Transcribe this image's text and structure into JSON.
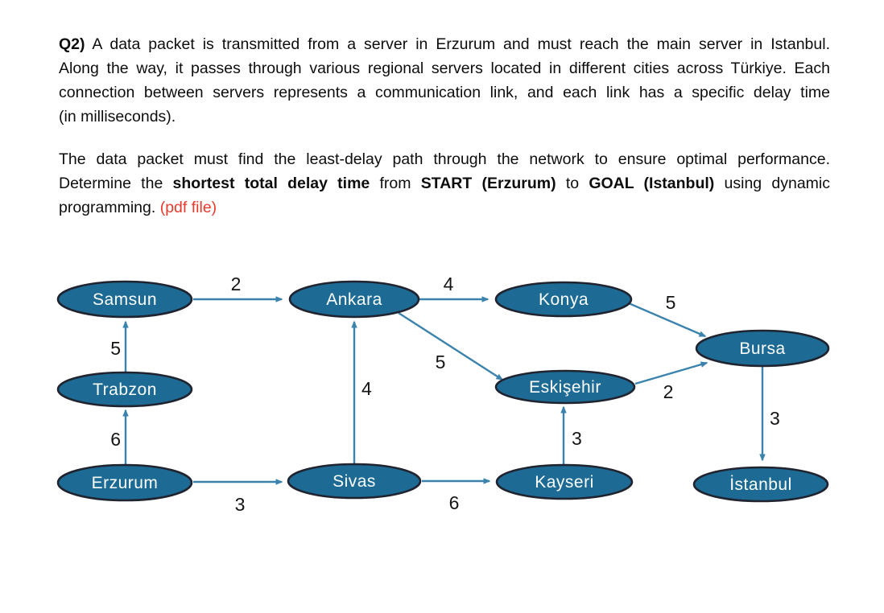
{
  "question": {
    "paragraph1": {
      "line1": {
        "seg1": "Q2)",
        "seg2": " A data packet is transmitted from a server in Erzurum and must reach the main server in Istanbul."
      },
      "line2": "Along the way, it passes through various regional servers located in different cities across Türkiye. Each",
      "line3": "connection between servers represents a communication link, and each link has a specific delay time",
      "line4": "(in milliseconds)."
    },
    "paragraph2": {
      "line1": "The data packet must find the least-delay path through the network to ensure optimal performance.",
      "line2": {
        "seg1": "Determine the ",
        "seg2": "shortest total delay time",
        "seg3": " from ",
        "seg4": "START (Erzurum)",
        "seg5": " to ",
        "seg6": "GOAL (Istanbul)",
        "seg7": " using dynamic"
      },
      "line3": {
        "seg1": "programming. ",
        "seg2": "(pdf file)"
      }
    }
  },
  "graph": {
    "start_node": "Erzurum",
    "goal_node": "İstanbul",
    "nodes": [
      {
        "id": "samsun",
        "label": "Samsun"
      },
      {
        "id": "ankara",
        "label": "Ankara"
      },
      {
        "id": "konya",
        "label": "Konya"
      },
      {
        "id": "bursa",
        "label": "Bursa"
      },
      {
        "id": "trabzon",
        "label": "Trabzon"
      },
      {
        "id": "eskisehir",
        "label": "Eskişehir"
      },
      {
        "id": "erzurum",
        "label": "Erzurum"
      },
      {
        "id": "sivas",
        "label": "Sivas"
      },
      {
        "id": "kayseri",
        "label": "Kayseri"
      },
      {
        "id": "istanbul",
        "label": "İstanbul"
      }
    ],
    "edges": [
      {
        "from": "Samsun",
        "to": "Ankara",
        "weight": "2"
      },
      {
        "from": "Ankara",
        "to": "Konya",
        "weight": "4"
      },
      {
        "from": "Konya",
        "to": "Bursa",
        "weight": "5"
      },
      {
        "from": "Trabzon",
        "to": "Samsun",
        "weight": "5"
      },
      {
        "from": "Ankara",
        "to": "Eskişehir",
        "weight": "5"
      },
      {
        "from": "Sivas",
        "to": "Ankara",
        "weight": "4"
      },
      {
        "from": "Eskişehir",
        "to": "Bursa",
        "weight": "2"
      },
      {
        "from": "Erzurum",
        "to": "Trabzon",
        "weight": "6"
      },
      {
        "from": "Kayseri",
        "to": "Eskişehir",
        "weight": "3"
      },
      {
        "from": "Erzurum",
        "to": "Sivas",
        "weight": "3"
      },
      {
        "from": "Sivas",
        "to": "Kayseri",
        "weight": "6"
      },
      {
        "from": "Bursa",
        "to": "İstanbul",
        "weight": "3"
      }
    ]
  },
  "colors": {
    "node_fill": "#1d6b94",
    "node_border": "#1f2430",
    "edge_stroke": "#3b83ad",
    "body_text": "#0d0d0d",
    "pdf_link_red": "#e8392d"
  }
}
